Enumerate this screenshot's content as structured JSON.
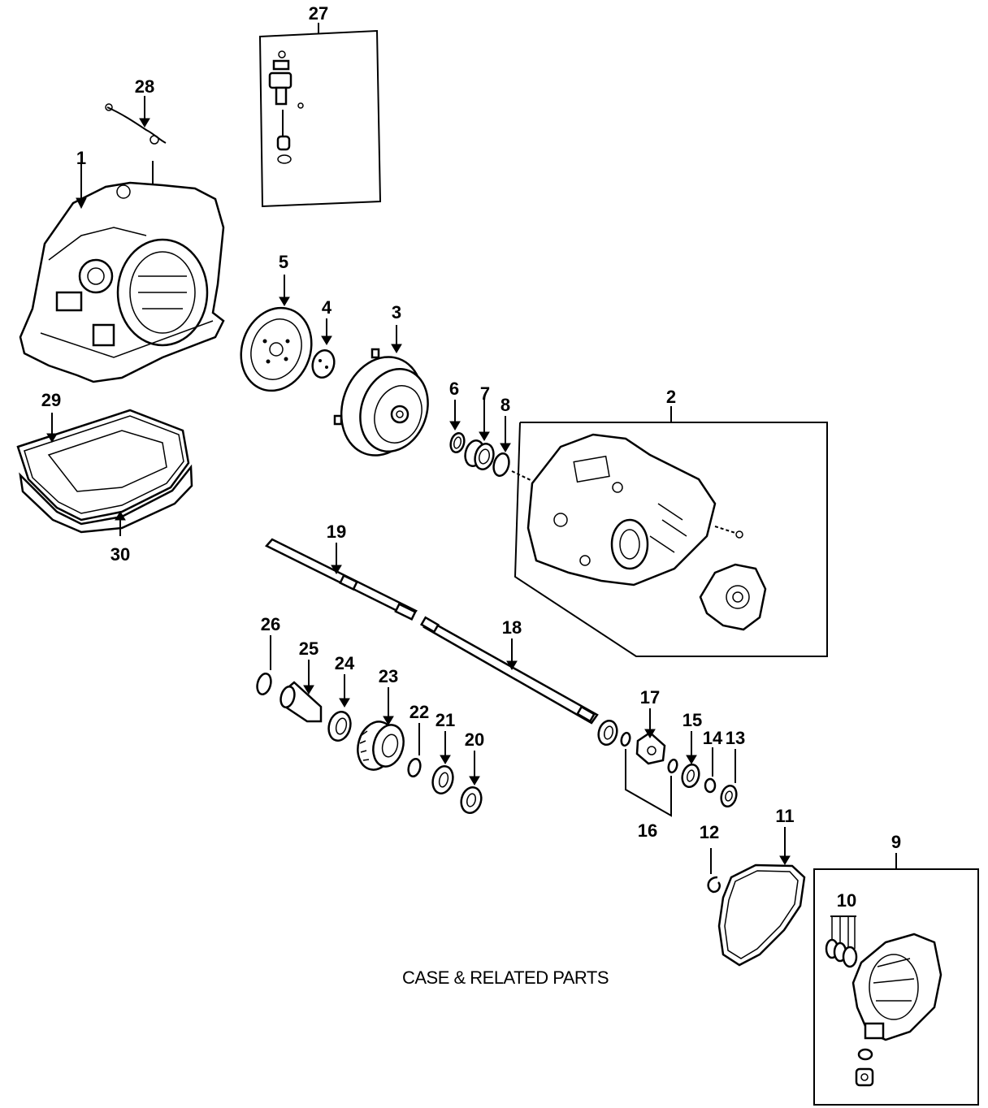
{
  "caption": "CASE & RELATED PARTS",
  "callouts": {
    "c1": "1",
    "c2": "2",
    "c3": "3",
    "c4": "4",
    "c5": "5",
    "c6": "6",
    "c7": "7",
    "c8": "8",
    "c9": "9",
    "c10": "10",
    "c11": "11",
    "c12": "12",
    "c13": "13",
    "c14": "14",
    "c15": "15",
    "c16": "16",
    "c17": "17",
    "c18": "18",
    "c19": "19",
    "c20": "20",
    "c21": "21",
    "c22": "22",
    "c23": "23",
    "c24": "24",
    "c25": "25",
    "c26": "26",
    "c27": "27",
    "c28": "28",
    "c29": "29",
    "c30": "30"
  }
}
